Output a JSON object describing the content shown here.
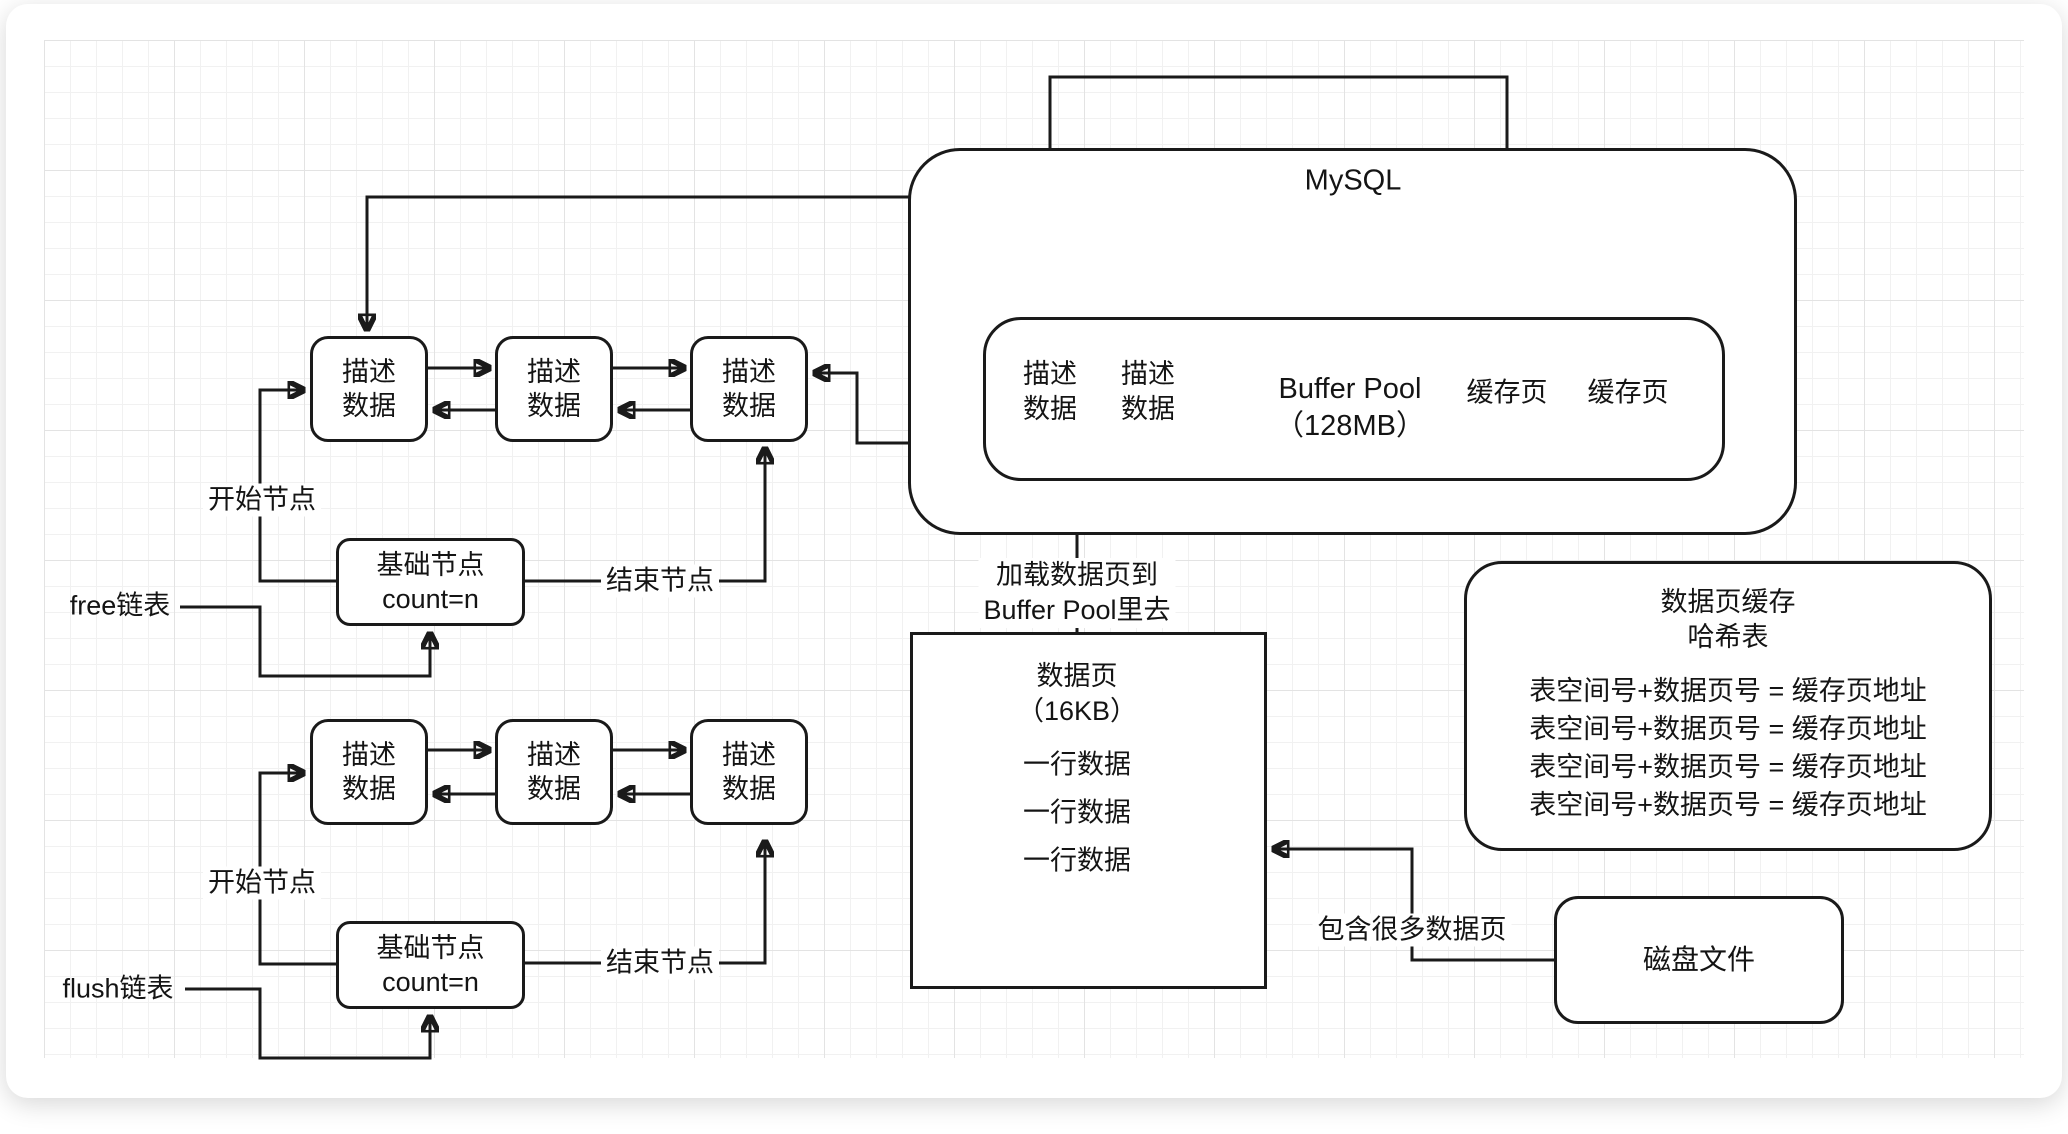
{
  "palette": {
    "line": "#1a1a1a",
    "grid_minor": "#f1f1f1",
    "grid_major": "#e3e3e3",
    "node_fill": "#ffffff"
  },
  "shared": {
    "desc_line1": "描述",
    "desc_line2": "数据",
    "start_label": "开始节点",
    "end_label": "结束节点",
    "base_line1": "基础节点",
    "base_line2": "count=n"
  },
  "free_list": {
    "label": "free链表"
  },
  "flush_list": {
    "label": "flush链表"
  },
  "mysql": {
    "title": "MySQL"
  },
  "buffer_pool": {
    "title_line1": "Buffer Pool",
    "title_line2": "（128MB）",
    "cache_page_1": "缓存页",
    "cache_page_2": "缓存页"
  },
  "data_page": {
    "title_line1": "数据页",
    "title_line2": "（16KB）",
    "rows": [
      "一行数据",
      "一行数据",
      "一行数据"
    ]
  },
  "load_label": {
    "line1": "加载数据页到",
    "line2": "Buffer Pool里去"
  },
  "hash_table": {
    "title_line1": "数据页缓存",
    "title_line2": "哈希表",
    "rows": [
      "表空间号+数据页号 = 缓存页地址",
      "表空间号+数据页号 = 缓存页地址",
      "表空间号+数据页号 = 缓存页地址",
      "表空间号+数据页号 = 缓存页地址"
    ]
  },
  "disk_file": {
    "label": "磁盘文件"
  },
  "contains_label": {
    "text": "包含很多数据页"
  }
}
